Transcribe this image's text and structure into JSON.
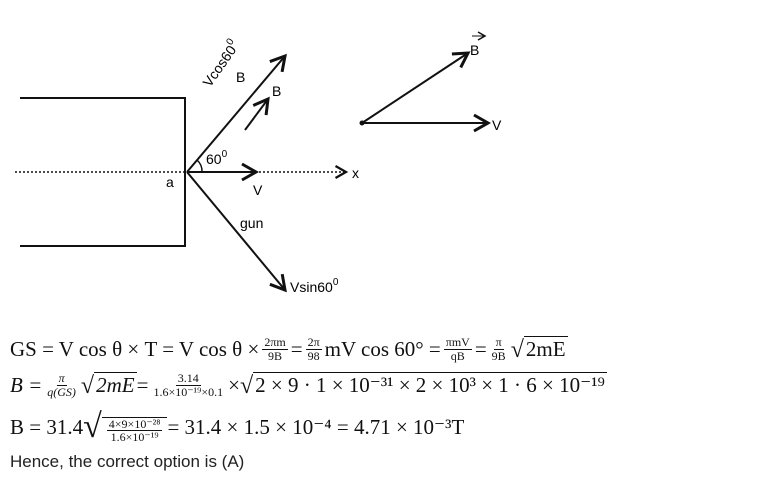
{
  "diagram": {
    "labels": {
      "vcos": "Vcos60",
      "deg": "0",
      "b1": "B",
      "b2": "B",
      "angle": "60",
      "a": "a",
      "v": "V",
      "x": "x",
      "gun": "gun",
      "vsin": "Vsin60",
      "b_vec": "B",
      "v_right": "V"
    }
  },
  "line1": {
    "t1": "GS = V cos θ × T = V cos θ ×",
    "f1n": "2πm",
    "f1d": "9B",
    "t2": "=",
    "f2n": "2π",
    "f2d": "98",
    "t3": "mV cos 60° =",
    "f3n": "πmV",
    "f3d": "qB",
    "t4": "=",
    "f4n": "π",
    "f4d": "9B",
    "s1": "2mE"
  },
  "line2": {
    "t1": "B =",
    "f1n": "π",
    "f1d": "q(GS)",
    "s1": "2mE",
    "t2": "=",
    "f2n": "3.14",
    "f2d": "1.6×10⁻¹⁹×0.1",
    "t3": "×",
    "s2": "2 × 9 · 1 × 10⁻³¹ × 2 × 10³ × 1 · 6 × 10⁻¹⁹"
  },
  "line3": {
    "t1": "B = 31.4",
    "fn": "4×9×10⁻²⁸",
    "fd": "1.6×10⁻¹⁹",
    "t2": "= 31.4 × 1.5 × 10⁻⁴ = 4.71 × 10⁻³T"
  },
  "conclusion": "Hence, the correct option is (A)"
}
